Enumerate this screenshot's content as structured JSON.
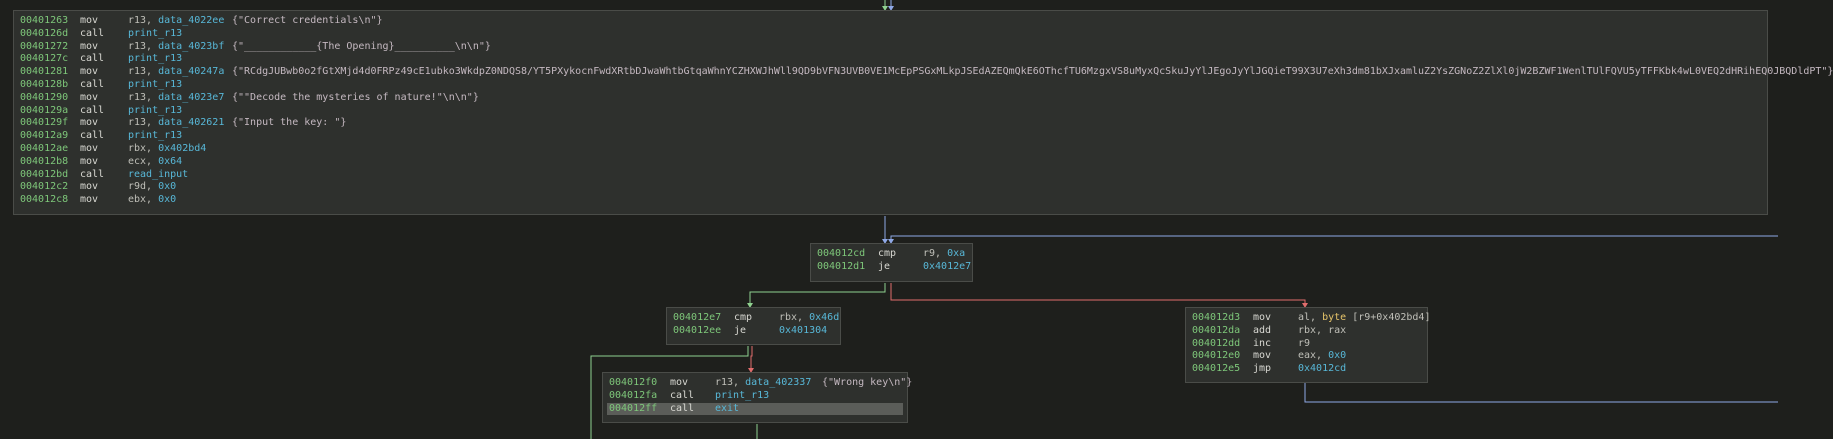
{
  "theme": {
    "background": "#1e1f1c",
    "block_bg": "#2e302d",
    "block_border": "#4a4c48",
    "address_color": "#7ec77a",
    "symbol_color": "#58b8d8",
    "edge_true": "#8fd18f",
    "edge_false": "#e06c6c",
    "edge_loop": "#8fa8e6"
  },
  "blocks": {
    "main": [
      {
        "addr": "00401263",
        "mnem": "mov",
        "op1": "r13, ",
        "op2": "data_4022ee",
        "comment": "{\"Correct credentials\\n\"}"
      },
      {
        "addr": "0040126d",
        "mnem": "call",
        "op1": "",
        "op2": "print_r13",
        "comment": ""
      },
      {
        "addr": "00401272",
        "mnem": "mov",
        "op1": "r13, ",
        "op2": "data_4023bf",
        "comment": "{\"____________{The Opening}__________\\n\\n\"}"
      },
      {
        "addr": "0040127c",
        "mnem": "call",
        "op1": "",
        "op2": "print_r13",
        "comment": ""
      },
      {
        "addr": "00401281",
        "mnem": "mov",
        "op1": "r13, ",
        "op2": "data_40247a",
        "comment": "{\"RCdgJUBwb0o2fGtXMjd4d0FRPz49cE1ubko3WkdpZ0NDQS8/YT5PXykocnFwdXRtbDJwaWhtbGtqaWhnYCZHXWJhWll9QD9bVFN3UVB0VE1McEpPSGxMLkpJSEdAZEQmQkE6OThcfTU6MzgxVS8uMyxQcSkuJyYlJEgoJyYlJGQieT99X3U7eXh3dm81bXJxamluZ2YsZGNoZ2ZlXl0jW2BZWF1WenlTUlFQVU5yTFFKbk4wL0VEQ2dHRihEQ0JBQDldPT\"}"
      },
      {
        "addr": "0040128b",
        "mnem": "call",
        "op1": "",
        "op2": "print_r13",
        "comment": ""
      },
      {
        "addr": "00401290",
        "mnem": "mov",
        "op1": "r13, ",
        "op2": "data_4023e7",
        "comment": "{\"\"Decode the mysteries of nature!\"\\n\\n\"}"
      },
      {
        "addr": "0040129a",
        "mnem": "call",
        "op1": "",
        "op2": "print_r13",
        "comment": ""
      },
      {
        "addr": "0040129f",
        "mnem": "mov",
        "op1": "r13, ",
        "op2": "data_402621",
        "comment": "{\"Input the key: \"}"
      },
      {
        "addr": "004012a9",
        "mnem": "call",
        "op1": "",
        "op2": "print_r13",
        "comment": ""
      },
      {
        "addr": "004012ae",
        "mnem": "mov",
        "op1": "rbx, ",
        "op2": "0x402bd4",
        "comment": ""
      },
      {
        "addr": "004012b8",
        "mnem": "mov",
        "op1": "ecx, ",
        "op2": "0x64",
        "comment": ""
      },
      {
        "addr": "004012bd",
        "mnem": "call",
        "op1": "",
        "op2": "read_input",
        "comment": ""
      },
      {
        "addr": "004012c2",
        "mnem": "mov",
        "op1": "r9d, ",
        "op2": "0x0",
        "comment": ""
      },
      {
        "addr": "004012c8",
        "mnem": "mov",
        "op1": "ebx, ",
        "op2": "0x0",
        "comment": ""
      }
    ],
    "cmp_loop": [
      {
        "addr": "004012cd",
        "mnem": "cmp",
        "op1": "r9, ",
        "op2": "0xa",
        "comment": ""
      },
      {
        "addr": "004012d1",
        "mnem": "je",
        "op1": "",
        "op2": "0x4012e7",
        "comment": ""
      }
    ],
    "cmp_key": [
      {
        "addr": "004012e7",
        "mnem": "cmp",
        "op1": "rbx, ",
        "op2": "0x46d",
        "comment": ""
      },
      {
        "addr": "004012ee",
        "mnem": "je",
        "op1": "",
        "op2": "0x401304",
        "comment": ""
      }
    ],
    "loop_body": [
      {
        "addr": "004012d3",
        "mnem": "mov",
        "op1": "al, ",
        "op2": "byte",
        "op3": " [r9+0x402bd4]",
        "comment": ""
      },
      {
        "addr": "004012da",
        "mnem": "add",
        "op1": "rbx, rax",
        "op2": "",
        "comment": ""
      },
      {
        "addr": "004012dd",
        "mnem": "inc",
        "op1": "r9",
        "op2": "",
        "comment": ""
      },
      {
        "addr": "004012e0",
        "mnem": "mov",
        "op1": "eax, ",
        "op2": "0x0",
        "comment": ""
      },
      {
        "addr": "004012e5",
        "mnem": "jmp",
        "op1": "",
        "op2": "0x4012cd",
        "comment": ""
      }
    ],
    "wrong": [
      {
        "addr": "004012f0",
        "mnem": "mov",
        "op1": "r13, ",
        "op2": "data_402337",
        "comment": "{\"Wrong key\\n\"}"
      },
      {
        "addr": "004012fa",
        "mnem": "call",
        "op1": "",
        "op2": "print_r13",
        "comment": ""
      },
      {
        "addr": "004012ff",
        "mnem": "call",
        "op1": "",
        "op2": "exit",
        "comment": ""
      }
    ]
  }
}
